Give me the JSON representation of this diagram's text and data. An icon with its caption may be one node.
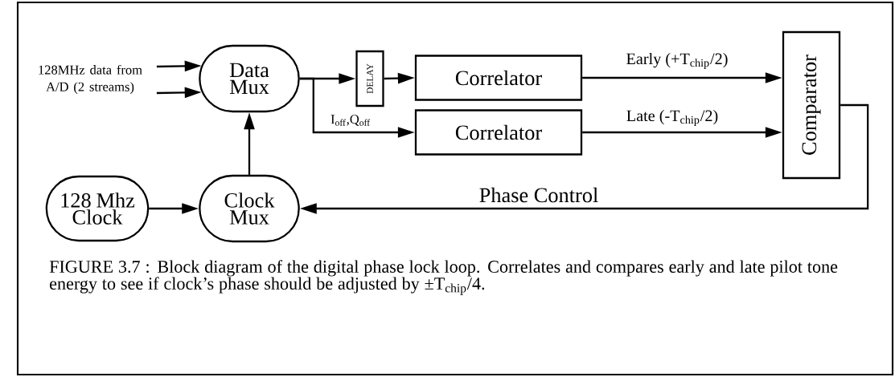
{
  "diagram": {
    "caption": "FIGURE 3.7 : Block diagram of the digital phase lock loop. Correlates and compares early and late pilot tone energy to see if clock’s phase should be adjusted by ±T$_{chip}$/4.",
    "nodes": [
      {
        "text": [
          "128MHz data from A/D (2 streams)"
        ]
      },
      {
        "text": [
          "Data Mux"
        ]
      },
      {
        "text": [
          "DELAY"
        ]
      },
      {
        "text": [
          "Correlator"
        ]
      },
      {
        "text": [
          "Correlator"
        ]
      },
      {
        "text": [
          "Comparator"
        ]
      },
      {
        "text": [
          "128 Mhz Clock"
        ]
      },
      {
        "text": [
          "Clock Mux"
        ]
      }
    ],
    "edges": [
      {
        "from": 0,
        "to": 1,
        "arrow": "to"
      },
      {
        "from": 0,
        "to": 1,
        "arrow": "to"
      },
      {
        "from": 1,
        "to": 2,
        "arrow": "to"
      },
      {
        "from": 2,
        "to": 3,
        "arrow": "to"
      },
      {
        "from": 1,
        "to": 4,
        "arrow": "to",
        "label": "I$_{off}$,Q$_{off}$"
      },
      {
        "from": 3,
        "to": 5,
        "arrow": "to",
        "label": "Early (+T$_{chip}$/2)"
      },
      {
        "from": 4,
        "to": 5,
        "arrow": "to",
        "label": "Late (-T$_{chip}$/2)"
      },
      {
        "from": 5,
        "to": 7,
        "arrow": "to",
        "label": "Phase Control"
      },
      {
        "from": 6,
        "to": 7,
        "arrow": "to"
      },
      {
        "from": 7,
        "to": 1,
        "arrow": "to"
      }
    ]
  }
}
